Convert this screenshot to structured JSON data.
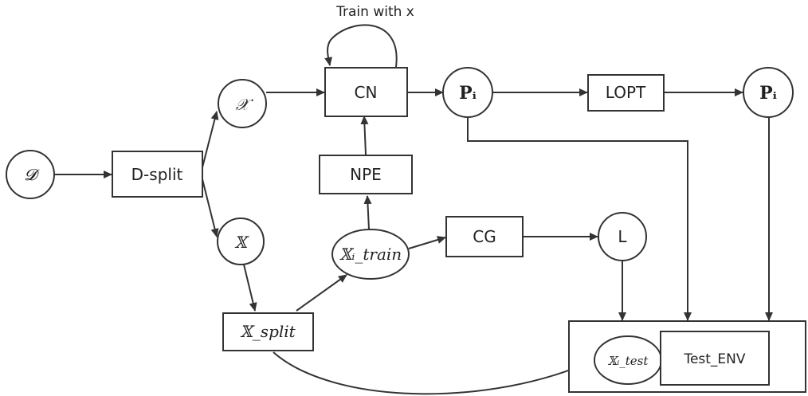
{
  "loop_label": "Train with x",
  "nodes": {
    "D": {
      "text": "𝓓"
    },
    "dsplit": {
      "text": "D-split"
    },
    "chiX": {
      "text": "𝒳"
    },
    "bbX": {
      "text": "𝕏"
    },
    "xsplit": {
      "text": "𝕏_split"
    },
    "xtrain": {
      "text": "𝕏ᵢ_train"
    },
    "npe": {
      "text": "NPE"
    },
    "cn": {
      "text": "CN"
    },
    "cg": {
      "text": "CG"
    },
    "L": {
      "text": "L"
    },
    "P1": {
      "text": "𝐏ᵢ"
    },
    "lopt": {
      "text": "LOPT"
    },
    "P2": {
      "text": "𝐏ᵢ"
    },
    "xtest": {
      "text": "𝕏ᵢ_test"
    },
    "testenv": {
      "text": "Test_ENV"
    }
  }
}
